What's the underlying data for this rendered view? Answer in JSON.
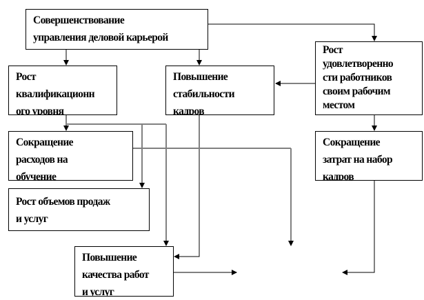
{
  "boxes": {
    "career": {
      "lines": [
        "Совершенствование",
        "управления деловой карьерой"
      ]
    },
    "qualification": {
      "lines": [
        "Рост",
        "квалификационн",
        "ого уровня"
      ]
    },
    "stability": {
      "lines": [
        "Повышение",
        "стабильности",
        "кадров"
      ]
    },
    "satisfaction": {
      "lines": [
        "Рост",
        "удовлетворенно",
        "сти работников",
        "своим рабочим",
        "местом"
      ]
    },
    "training_costs": {
      "lines": [
        "Сокращение",
        "расходов на",
        "обучение"
      ]
    },
    "sales": {
      "lines": [
        "Рост объемов продаж",
        "и услуг"
      ]
    },
    "quality": {
      "lines": [
        "Повышение",
        "качества работ",
        "и услуг"
      ]
    },
    "hiring_costs": {
      "lines": [
        "Сокращение",
        "затрат на набор",
        "кадров"
      ]
    }
  },
  "colors": {
    "line": "#000000",
    "gray_line": "#808080"
  }
}
